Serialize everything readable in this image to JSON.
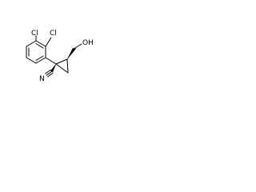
{
  "molecule": {
    "atoms": {
      "cl_top": "Cl",
      "cl_left": "Cl",
      "hydroxyl": "OH",
      "nitrile_n": "N"
    },
    "bond_color": "#000000",
    "label_color": "#000000",
    "background": "#ffffff"
  }
}
